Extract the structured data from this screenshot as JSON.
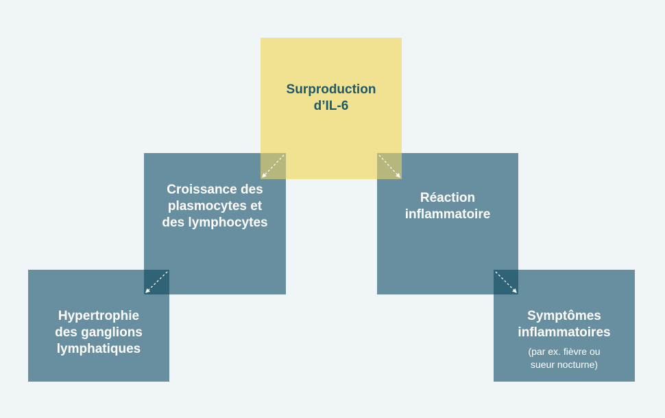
{
  "nodes": {
    "il6": {
      "title": "Surproduction\nd’IL-6"
    },
    "croissance": {
      "title": "Croissance des\nplasmocytes et\ndes lymphocytes"
    },
    "reaction": {
      "title": "Réaction\ninflammatoire"
    },
    "hypertrophie": {
      "title": "Hypertrophie\ndes ganglions\nlymphatiques"
    },
    "symptomes": {
      "title": "Symptômes\ninflammatoires",
      "subtitle": "(par ex. fièvre ou\nsueur nocturne)"
    }
  },
  "colors": {
    "background": "#f0f5f8",
    "blue_box": "#688f9f",
    "yellow_box": "#f0e290",
    "yellow_text": "#1f5868",
    "overlap_yellow_blue": "#b5b77c",
    "overlap_blue_blue": "#2f6375"
  },
  "connectors": [
    {
      "from": "il6",
      "to": "croissance"
    },
    {
      "from": "il6",
      "to": "reaction"
    },
    {
      "from": "croissance",
      "to": "hypertrophie"
    },
    {
      "from": "reaction",
      "to": "symptomes"
    }
  ]
}
